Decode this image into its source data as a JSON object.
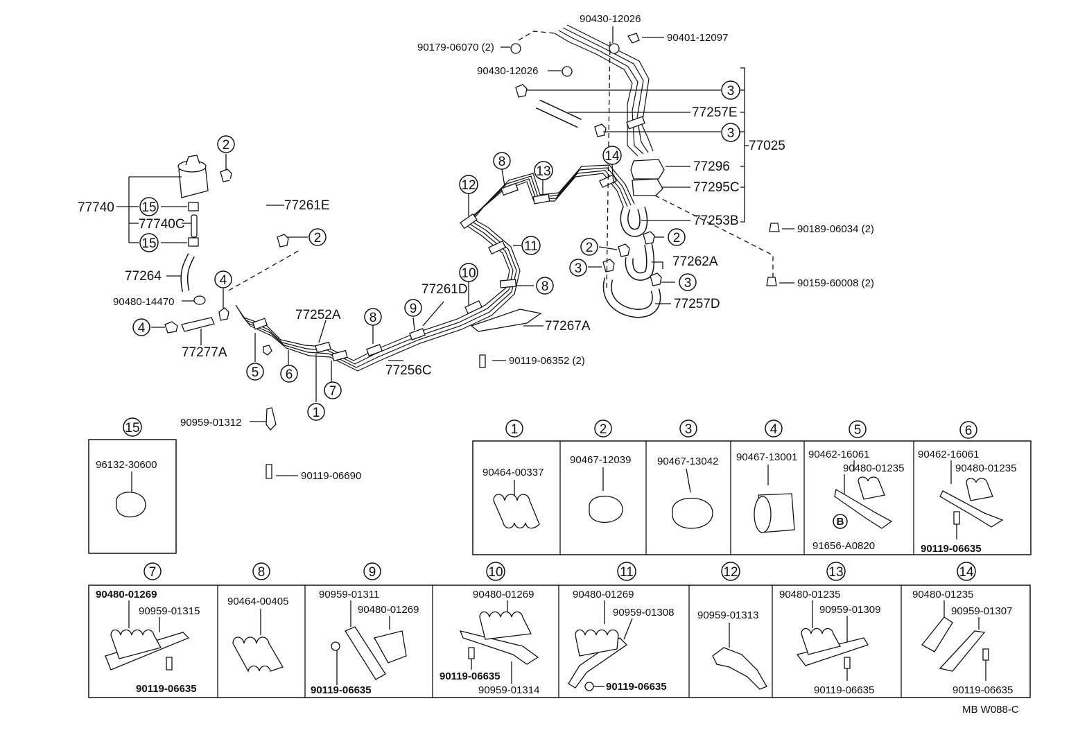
{
  "reference_code": "MB  W088-C",
  "main_labels": {
    "p90430_top": "90430-12026",
    "p90401": "90401-12097",
    "p90179": "90179-06070 (2)",
    "p90430_mid": "90430-12026",
    "p77257E": "77257E",
    "p77025": "77025",
    "p77296": "77296",
    "p77295C": "77295C",
    "p77253B": "77253B",
    "p90189": "90189-06034 (2)",
    "p90159": "90159-60008 (2)",
    "p77262A": "77262A",
    "p77257D": "77257D",
    "p77261E": "77261E",
    "p77740": "77740",
    "p77740C": "77740C",
    "p77264": "77264",
    "p90480_14470": "90480-14470",
    "p77277A": "77277A",
    "p77252A": "77252A",
    "p77261D": "77261D",
    "p77267A": "77267A",
    "p77256C": "77256C",
    "p90119_06352": "90119-06352 (2)",
    "p90959_01312": "90959-01312",
    "p90119_06690": "90119-06690"
  },
  "callouts": {
    "c1": "1",
    "c2": "2",
    "c3": "3",
    "c4": "4",
    "c5": "5",
    "c6": "6",
    "c7": "7",
    "c8": "8",
    "c9": "9",
    "c10": "10",
    "c11": "11",
    "c12": "12",
    "c13": "13",
    "c14": "14",
    "c15": "15"
  },
  "detail_boxes": {
    "b15": {
      "num": "15",
      "parts": [
        "96132-30600"
      ]
    },
    "b1": {
      "num": "1",
      "parts": [
        "90464-00337"
      ]
    },
    "b2": {
      "num": "2",
      "parts": [
        "90467-12039"
      ]
    },
    "b3": {
      "num": "3",
      "parts": [
        "90467-13042"
      ]
    },
    "b4": {
      "num": "4",
      "parts": [
        "90467-13001"
      ]
    },
    "b5": {
      "num": "5",
      "parts": [
        "90462-16061",
        "90480-01235",
        "91656-A0820"
      ],
      "badge": "B"
    },
    "b6": {
      "num": "6",
      "parts": [
        "90462-16061",
        "90480-01235",
        "90119-06635"
      ]
    },
    "b7": {
      "num": "7",
      "parts": [
        "90480-01269",
        "90959-01315",
        "90119-06635"
      ]
    },
    "b8": {
      "num": "8",
      "parts": [
        "90464-00405"
      ]
    },
    "b9": {
      "num": "9",
      "parts": [
        "90959-01311",
        "90480-01269",
        "90119-06635"
      ]
    },
    "b10": {
      "num": "10",
      "parts": [
        "90480-01269",
        "90119-06635",
        "90959-01314"
      ]
    },
    "b11": {
      "num": "11",
      "parts": [
        "90480-01269",
        "90959-01308",
        "90119-06635"
      ]
    },
    "b12": {
      "num": "12",
      "parts": [
        "90959-01313"
      ]
    },
    "b13": {
      "num": "13",
      "parts": [
        "90480-01235",
        "90959-01309",
        "90119-06635"
      ]
    },
    "b14": {
      "num": "14",
      "parts": [
        "90480-01235",
        "90959-01307",
        "90119-06635"
      ]
    }
  }
}
